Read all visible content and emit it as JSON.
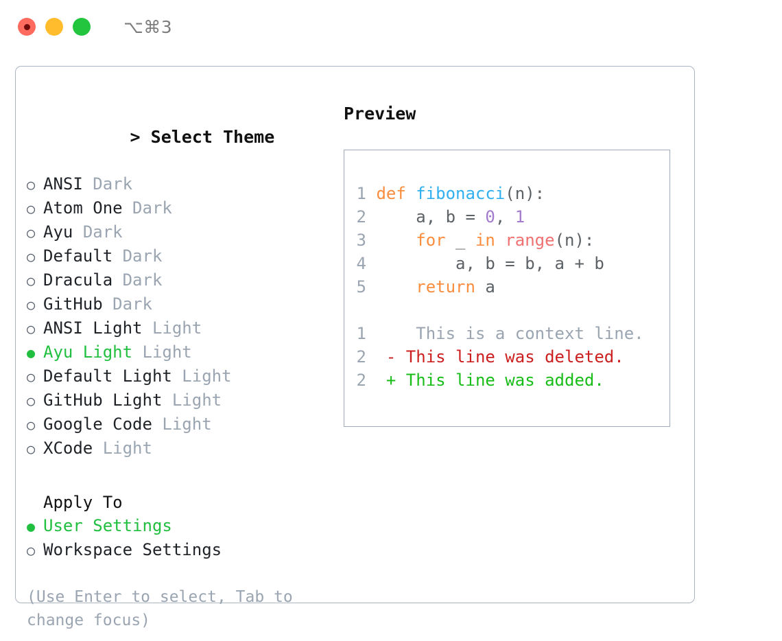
{
  "titlebar": {
    "shortcut": "⌥⌘3",
    "buttons": [
      {
        "name": "close",
        "color": "#ff6b5e"
      },
      {
        "name": "minimize",
        "color": "#ffbd2e"
      },
      {
        "name": "zoom",
        "color": "#23c53f"
      }
    ]
  },
  "accent_color": "#21bf3f",
  "theme_picker": {
    "prompt": ">",
    "title": "Select Theme",
    "bullet_unselected": "○",
    "bullet_selected": "●",
    "options": [
      {
        "label": "ANSI",
        "tag": "Dark",
        "selected": false
      },
      {
        "label": "Atom One",
        "tag": "Dark",
        "selected": false
      },
      {
        "label": "Ayu",
        "tag": "Dark",
        "selected": false
      },
      {
        "label": "Default",
        "tag": "Dark",
        "selected": false
      },
      {
        "label": "Dracula",
        "tag": "Dark",
        "selected": false
      },
      {
        "label": "GitHub",
        "tag": "Dark",
        "selected": false
      },
      {
        "label": "ANSI Light",
        "tag": "Light",
        "selected": false
      },
      {
        "label": "Ayu Light",
        "tag": "Light",
        "selected": true
      },
      {
        "label": "Default Light",
        "tag": "Light",
        "selected": false
      },
      {
        "label": "GitHub Light",
        "tag": "Light",
        "selected": false
      },
      {
        "label": "Google Code",
        "tag": "Light",
        "selected": false
      },
      {
        "label": "XCode",
        "tag": "Light",
        "selected": false
      }
    ]
  },
  "apply_to": {
    "title": "Apply To",
    "options": [
      {
        "label": "User Settings",
        "selected": true
      },
      {
        "label": "Workspace Settings",
        "selected": false
      }
    ]
  },
  "hint": "(Use Enter to select, Tab to change focus)",
  "preview": {
    "title": "Preview",
    "code_lines": [
      {
        "n": "1",
        "tokens": [
          {
            "t": "def ",
            "c": "kw"
          },
          {
            "t": "fibonacci",
            "c": "fn"
          },
          {
            "t": "(n):",
            "c": "pl"
          }
        ]
      },
      {
        "n": "2",
        "tokens": [
          {
            "t": "    a, b = ",
            "c": "pl"
          },
          {
            "t": "0",
            "c": "num"
          },
          {
            "t": ", ",
            "c": "pl"
          },
          {
            "t": "1",
            "c": "num"
          }
        ]
      },
      {
        "n": "3",
        "tokens": [
          {
            "t": "    ",
            "c": "pl"
          },
          {
            "t": "for",
            "c": "kw"
          },
          {
            "t": " _ ",
            "c": "pl"
          },
          {
            "t": "in",
            "c": "kw"
          },
          {
            "t": " ",
            "c": "pl"
          },
          {
            "t": "range",
            "c": "bi"
          },
          {
            "t": "(n):",
            "c": "pl"
          }
        ]
      },
      {
        "n": "4",
        "tokens": [
          {
            "t": "        a, b = b, a + b",
            "c": "pl"
          }
        ]
      },
      {
        "n": "5",
        "tokens": [
          {
            "t": "    ",
            "c": "pl"
          },
          {
            "t": "return",
            "c": "kw"
          },
          {
            "t": " a",
            "c": "pl"
          }
        ]
      }
    ],
    "diff_lines": [
      {
        "n": "1",
        "marker": " ",
        "text": "  This is a context line.",
        "kind": "ctx"
      },
      {
        "n": "2",
        "marker": "-",
        "text": " This line was deleted.",
        "kind": "del"
      },
      {
        "n": "2",
        "marker": "+",
        "text": " This line was added.",
        "kind": "add"
      }
    ]
  }
}
